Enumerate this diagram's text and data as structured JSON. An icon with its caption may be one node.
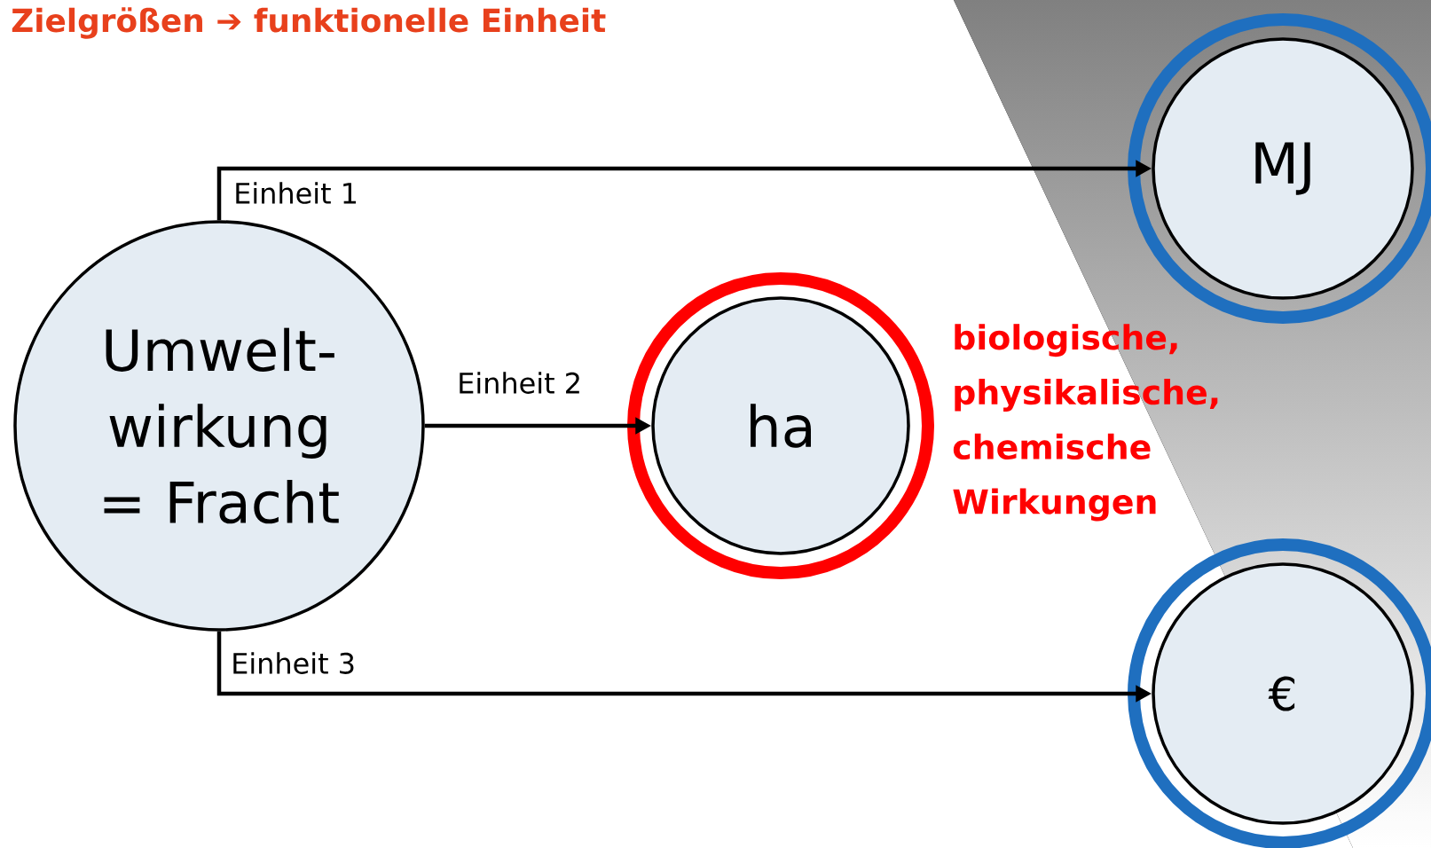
{
  "diagram": {
    "title": "Zielgrößen ➔ funktionelle Einheit",
    "nodes": [
      {
        "text": [
          "Umwelt- wirkung = Fracht"
        ]
      },
      {
        "text": [
          "MJ"
        ]
      },
      {
        "text": [
          "ha"
        ],
        "beside": [
          "biologische, physikalische, chemische Wirkungen"
        ]
      },
      {
        "text": [
          "€"
        ]
      }
    ],
    "edges": [
      {
        "from": 0,
        "to": 1,
        "arrow": "to",
        "label": "Einheit 1"
      },
      {
        "from": 0,
        "to": 2,
        "arrow": "to",
        "label": "Einheit 2"
      },
      {
        "from": 0,
        "to": 3,
        "arrow": "to",
        "label": "Einheit 3"
      }
    ]
  }
}
